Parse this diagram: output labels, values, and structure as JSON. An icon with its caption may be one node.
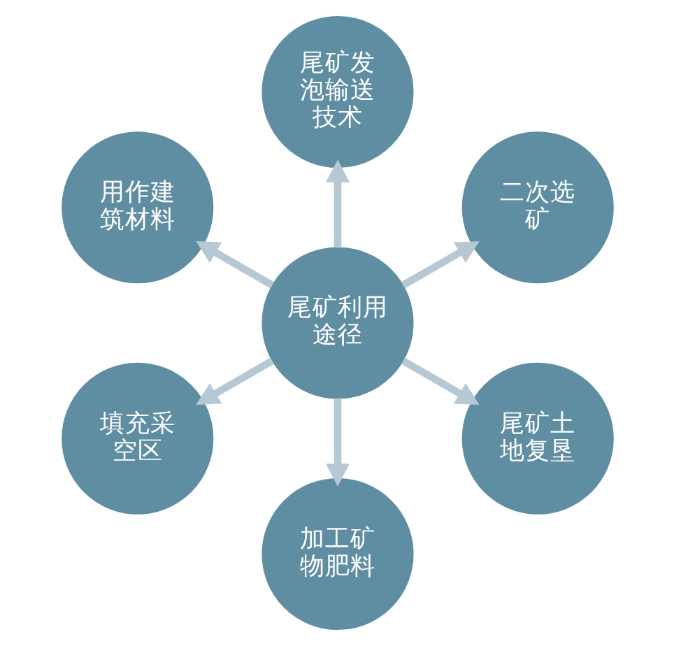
{
  "diagram": {
    "nodes": [
      {
        "text": [
          "尾矿利用途径"
        ]
      },
      {
        "text": [
          "二次选矿"
        ]
      },
      {
        "text": [
          "尾矿发泡输送技术"
        ]
      },
      {
        "text": [
          "用作建筑材料"
        ]
      },
      {
        "text": [
          "填充采空区"
        ]
      },
      {
        "text": [
          "加工矿物肥料"
        ]
      },
      {
        "text": [
          "尾矿土地复垦"
        ]
      }
    ],
    "edges": [
      {
        "from": 0,
        "to": 1,
        "arrow": "to"
      },
      {
        "from": 0,
        "to": 2,
        "arrow": "to"
      },
      {
        "from": 0,
        "to": 3,
        "arrow": "to"
      },
      {
        "from": 0,
        "to": 4,
        "arrow": "to"
      },
      {
        "from": 0,
        "to": 5,
        "arrow": "to"
      },
      {
        "from": 0,
        "to": 6,
        "arrow": "to"
      }
    ]
  }
}
